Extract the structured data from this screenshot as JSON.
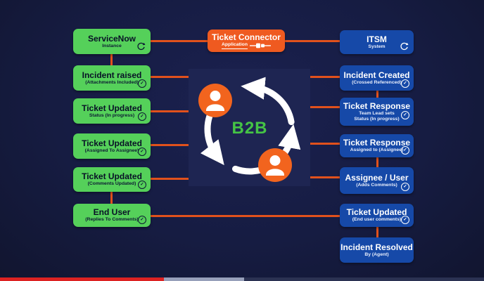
{
  "palette": {
    "background": "#161c42",
    "center_panel": "#1e2552",
    "green_box": "#55d05a",
    "blue_box": "#1649a8",
    "orange_box": "#ef5a20",
    "connector_line": "#e1511c",
    "b2b_text": "#45c445",
    "progress_played": "#dd2222",
    "progress_buffered": "#97a0ba",
    "progress_track": "#2b3252"
  },
  "icons": {
    "check": "✓",
    "sync": "sync-icon",
    "plug": "plug-icon",
    "person": "person-icon",
    "cycle": "circular-arrows-icon"
  },
  "center": {
    "label": "B2B"
  },
  "connector_box": {
    "title": "Ticket Connector",
    "subtitle": "Application"
  },
  "left_column": {
    "boxes": [
      {
        "title": "ServiceNow",
        "subtitle": "Instance",
        "icon": "sync"
      },
      {
        "title": "Incident raised",
        "subtitle": "(Attachments Included)",
        "icon": "check"
      },
      {
        "title": "Ticket Updated",
        "subtitle": "Status (In progress)",
        "icon": "check"
      },
      {
        "title": "Ticket Updated",
        "subtitle": "(Assigned To Assignee)",
        "icon": "check"
      },
      {
        "title": "Ticket Updated",
        "subtitle": "(Comments Updated)",
        "icon": "check"
      },
      {
        "title": "End User",
        "subtitle": "(Replies To Comments)",
        "icon": "check"
      }
    ]
  },
  "right_column": {
    "boxes": [
      {
        "title": "ITSM",
        "subtitle": "System",
        "icon": "sync"
      },
      {
        "title": "Incident Created",
        "subtitle": "(Crossed Referenced)",
        "icon": "check"
      },
      {
        "title": "Ticket Response",
        "subtitle": "Team Lead sets",
        "subtitle2": "Status (In progress)",
        "icon": "check"
      },
      {
        "title": "Ticket Response",
        "subtitle": "Assigned to (Assignee)",
        "icon": "check"
      },
      {
        "title": "Assignee / User",
        "subtitle": "(Adds Comments)",
        "icon": "check"
      },
      {
        "title": "Ticket Updated",
        "subtitle": "(End user comments)",
        "icon": "check"
      },
      {
        "title": "Incident Resolved",
        "subtitle": "By (Agent)",
        "icon": "none"
      }
    ]
  }
}
